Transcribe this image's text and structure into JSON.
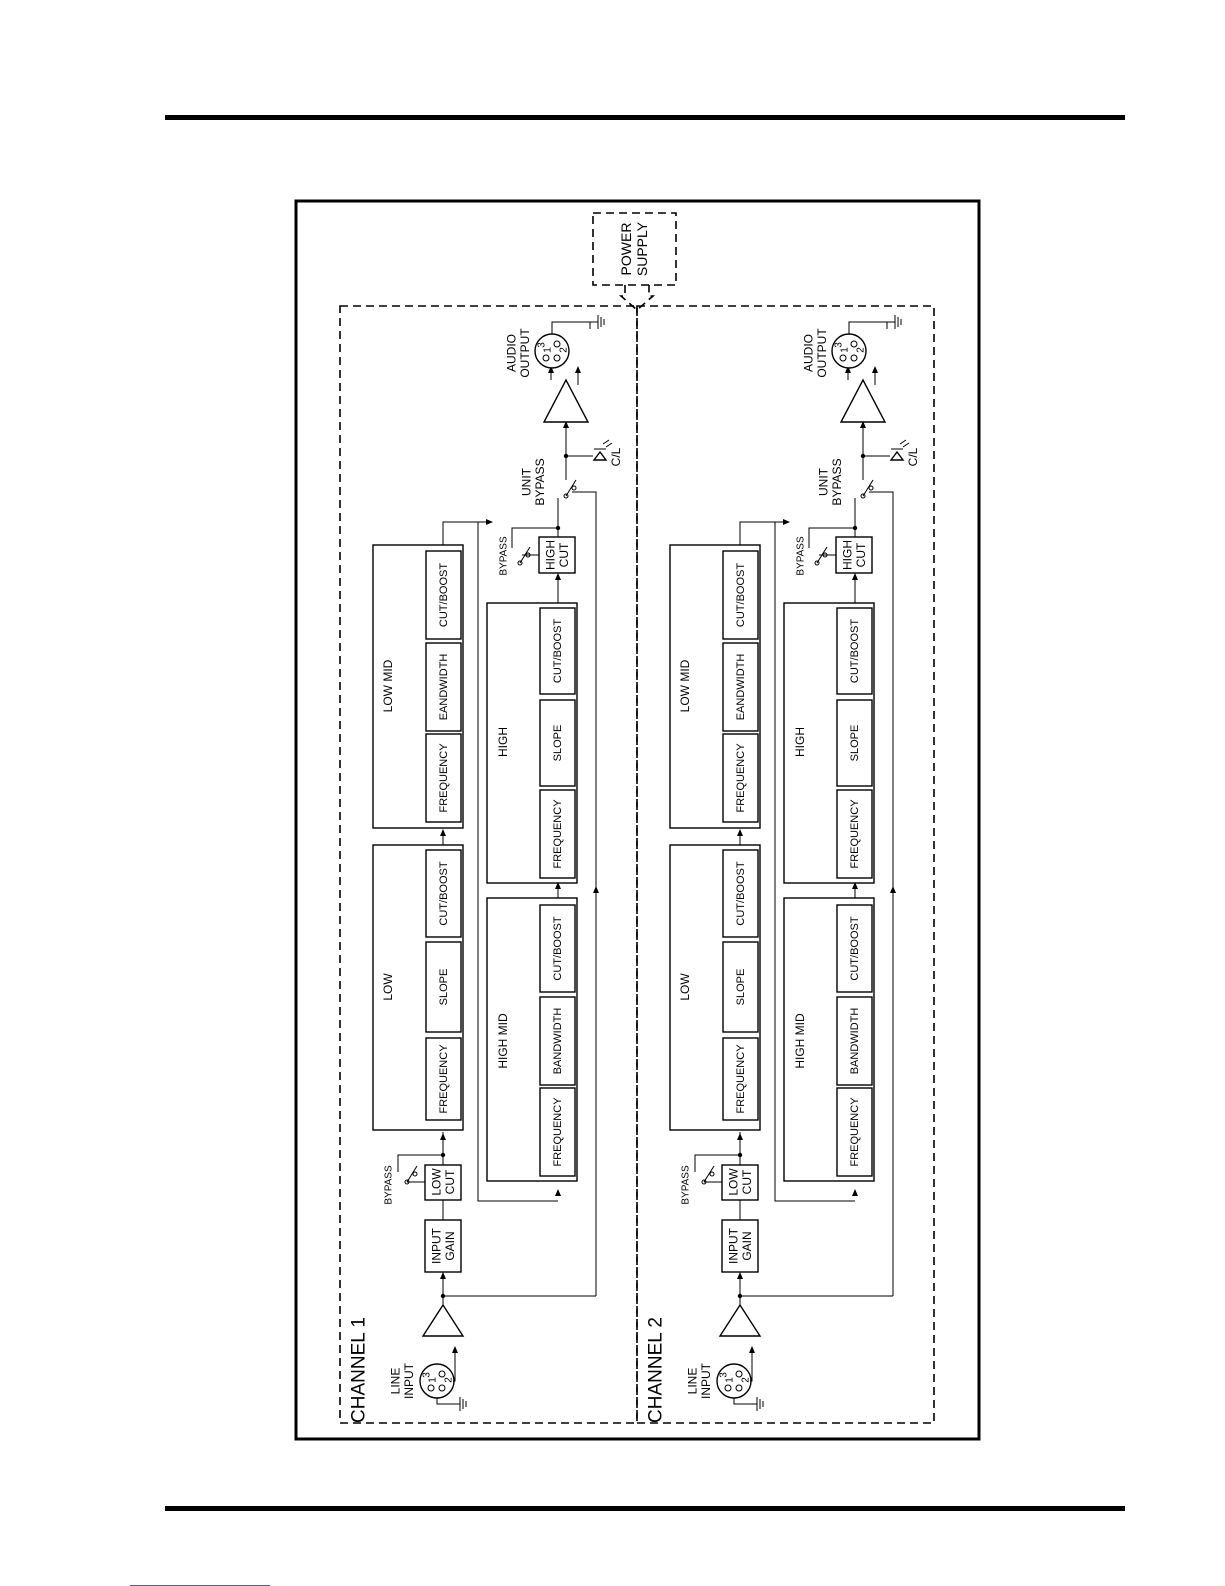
{
  "channels": [
    {
      "title": "CHANNEL 1",
      "line_input": "LINE\nINPUT",
      "input_gain": "INPUT\nGAIN",
      "low_cut": "LOW\nCUT",
      "low_bypass": "BYPASS",
      "low_group": {
        "title": "LOW",
        "items": [
          "FREQUENCY",
          "SLOPE",
          "CUT/BOOST"
        ]
      },
      "low_mid_group": {
        "title": "LOW MID",
        "items": [
          "FREQUENCY",
          "EANDWIDTH",
          "CUT/BOOST"
        ]
      },
      "high_mid_group": {
        "title": "HIGH MID",
        "items": [
          "FREQUENCY",
          "BANDWIDTH",
          "CUT/BOOST"
        ]
      },
      "high_group": {
        "title": "HIGH",
        "items": [
          "FREQUENCY",
          "SLOPE",
          "CUT/BOOST"
        ]
      },
      "high_cut": "HIGH\nCUT",
      "high_bypass": "BYPASS",
      "unit_bypass": "UNIT\nBYPASS",
      "cl_led": "C/L",
      "audio_output": "AUDIO\nOUTPUT",
      "xlr_pins": [
        "1",
        "2",
        "3"
      ]
    },
    {
      "title": "CHANNEL 2",
      "line_input": "LINE\nINPUT",
      "input_gain": "INPUT\nGAIN",
      "low_cut": "LOW\nCUT",
      "low_bypass": "BYPASS",
      "low_group": {
        "title": "LOW",
        "items": [
          "FREQUENCY",
          "SLOPE",
          "CUT/BOOST"
        ]
      },
      "low_mid_group": {
        "title": "LOW MID",
        "items": [
          "FREQUENCY",
          "EANDWIDTH",
          "CUT/BOOST"
        ]
      },
      "high_mid_group": {
        "title": "HIGH MID",
        "items": [
          "FREQUENCY",
          "BANDWIDTH",
          "CUT/BOOST"
        ]
      },
      "high_group": {
        "title": "HIGH",
        "items": [
          "FREQUENCY",
          "SLOPE",
          "CUT/BOOST"
        ]
      },
      "high_cut": "HIGH\nCUT",
      "high_bypass": "BYPASS",
      "unit_bypass": "UNIT\nBYPASS",
      "cl_led": "C/L",
      "audio_output": "AUDIO\nOUTPUT",
      "xlr_pins": [
        "1",
        "2",
        "3"
      ]
    }
  ],
  "power_supply": "POWER\nSUPPLY"
}
